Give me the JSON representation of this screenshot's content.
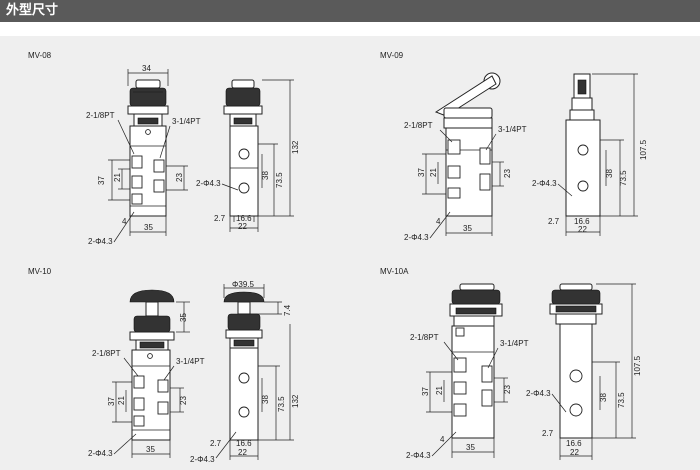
{
  "header": {
    "title": "外型尺寸"
  },
  "colors": {
    "header_bg": "#5a5a5a",
    "panel_bg": "#efefef",
    "line": "#222222"
  },
  "models": {
    "mv08": {
      "name": "MV-08",
      "width_34": "34",
      "port_in": "2-1/8PT",
      "port_out": "3-1/4PT",
      "h37": "37",
      "h21": "21",
      "h23": "23",
      "d4": "4",
      "w35": "35",
      "hole_front": "2-Φ4.3",
      "hole_side": "2-Φ4.3",
      "h132": "132",
      "h73_5": "73.5",
      "h38": "38",
      "w2_7": "2.7",
      "w16_6": "16.6",
      "w22": "22"
    },
    "mv09": {
      "name": "MV-09",
      "port_in": "2-1/8PT",
      "port_out": "3-1/4PT",
      "h37": "37",
      "h21": "21",
      "h23": "23",
      "d4": "4",
      "w35": "35",
      "hole_front": "2-Φ4.3",
      "hole_side": "2-Φ4.3",
      "h107_5": "107.5",
      "h73_5": "73.5",
      "h38": "38",
      "w2_7": "2.7",
      "w16_6": "16.6",
      "w22": "22"
    },
    "mv10": {
      "name": "MV-10",
      "h35": "35",
      "d39_5": "Φ39.5",
      "h7_4": "7.4",
      "port_in": "2-1/8PT",
      "port_out": "3-1/4PT",
      "h37": "37",
      "h21": "21",
      "h23": "23",
      "w35": "35",
      "hole_front": "2-Φ4.3",
      "hole_side": "2-Φ4.3",
      "h132": "132",
      "h73_5": "73.5",
      "h38": "38",
      "w2_7": "2.7",
      "w16_6": "16.6",
      "w22": "22"
    },
    "mv10a": {
      "name": "MV-10A",
      "port_in": "2-1/8PT",
      "port_out": "3-1/4PT",
      "h37": "37",
      "h21": "21",
      "h23": "23",
      "d4": "4",
      "w35": "35",
      "hole_front": "2-Φ4.3",
      "hole_side": "2-Φ4.3",
      "h107_5": "107.5",
      "h73_5": "73.5",
      "h38": "38",
      "w2_7": "2.7",
      "w16_6": "16.6",
      "w22": "22"
    }
  }
}
